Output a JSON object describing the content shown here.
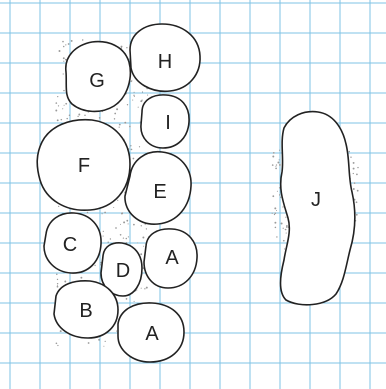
{
  "diagram": {
    "grid_color": "#7fc3e4",
    "outline_color": "#222222",
    "speckle_color": "#9a9a9a",
    "regions": [
      {
        "id": "G",
        "label": "G"
      },
      {
        "id": "H",
        "label": "H"
      },
      {
        "id": "I",
        "label": "I"
      },
      {
        "id": "F",
        "label": "F"
      },
      {
        "id": "E",
        "label": "E"
      },
      {
        "id": "C",
        "label": "C"
      },
      {
        "id": "D",
        "label": "D"
      },
      {
        "id": "A-upper",
        "label": "A"
      },
      {
        "id": "B",
        "label": "B"
      },
      {
        "id": "A-lower",
        "label": "A"
      },
      {
        "id": "J",
        "label": "J"
      }
    ]
  }
}
